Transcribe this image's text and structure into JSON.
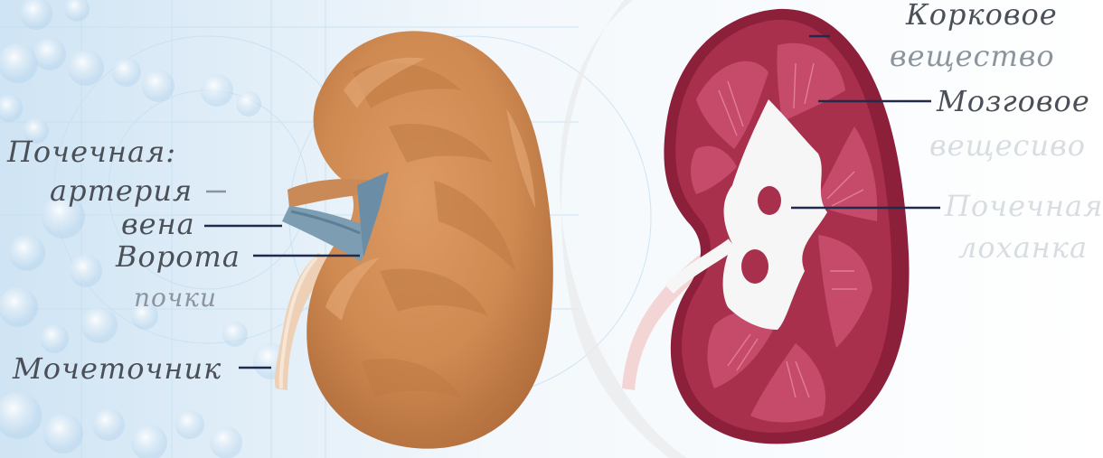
{
  "labels": {
    "renal": "Почечная:",
    "artery": "артерия",
    "vein": "вена",
    "hilum": "Ворота",
    "hilum_sub": "почки",
    "ureter": "Мочеточник",
    "cortex_line1": "Корковое",
    "cortex_line2": "вещество",
    "medulla_line1": "Мозговое",
    "medulla_line2": "вещесиво",
    "pelvis_line1": "Почечная",
    "pelvis_line2": "лоханка"
  },
  "colors": {
    "kidney_outer": "#d08a52",
    "kidney_shadow": "#b5723f",
    "kidney_highlight": "#e2a574",
    "vein": "#7f9fb4",
    "ureter": "#e9c6a8",
    "cortex": "#a32c48",
    "cortex_rim": "#8c1f3a",
    "medulla": "#c24766",
    "pelvis": "#f7f7f7",
    "leader_line": "#1f2a4d",
    "background_blue": "#dcebf6"
  }
}
